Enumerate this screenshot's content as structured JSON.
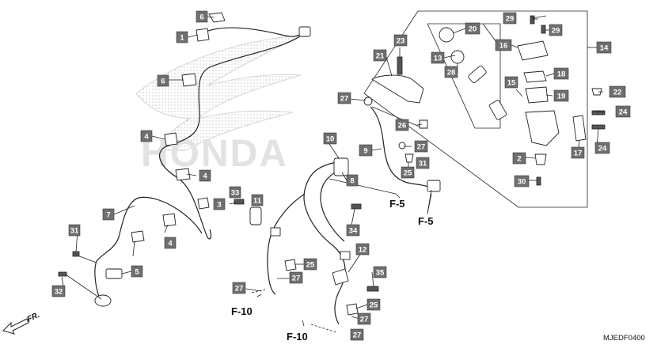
{
  "diagram_code": "MJEDF0400",
  "direction_label": "FR.",
  "watermark_text": "HONDA",
  "section_refs": [
    "F-5",
    "F-5",
    "F-10",
    "F-10"
  ],
  "callout_labels": [
    "6",
    "1",
    "6",
    "4",
    "4",
    "33",
    "11",
    "7",
    "3",
    "4",
    "31",
    "5",
    "32",
    "10",
    "8",
    "34",
    "12",
    "25",
    "27",
    "27",
    "35",
    "25",
    "27",
    "27",
    "23",
    "21",
    "27",
    "13",
    "28",
    "20",
    "26",
    "9",
    "27",
    "25",
    "31",
    "29",
    "29",
    "16",
    "14",
    "18",
    "15",
    "19",
    "22",
    "24",
    "24",
    "17",
    "2",
    "30"
  ],
  "colors": {
    "callout_fill": "#6f6f6f",
    "callout_text": "#ffffff",
    "line": "#222222",
    "watermark": "#e2e2e2"
  }
}
